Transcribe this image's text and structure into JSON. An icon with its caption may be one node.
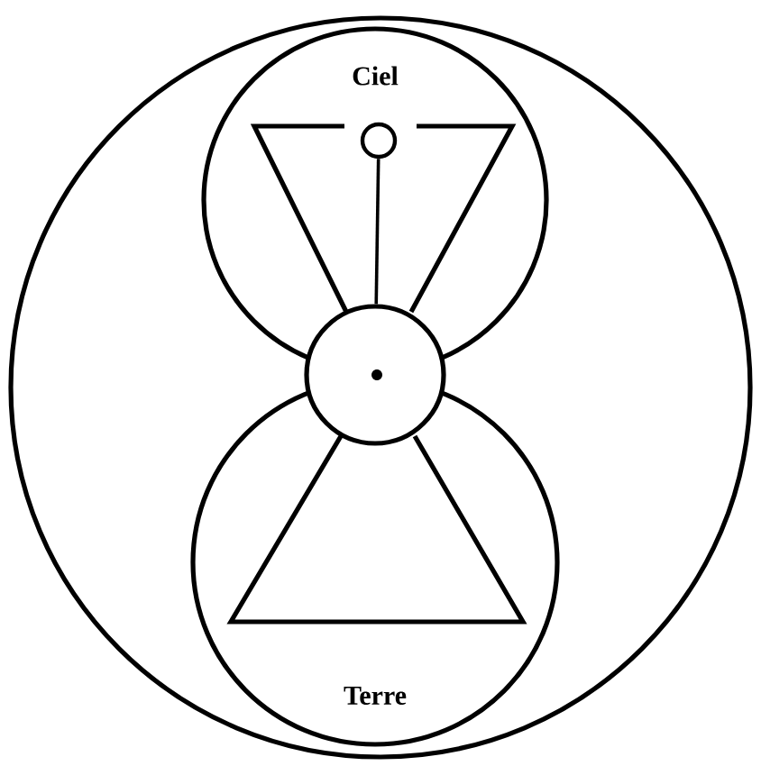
{
  "diagram": {
    "nodes": [
      {
        "text": [],
        "shape": "circle"
      },
      {
        "text": [
          "Ciel"
        ],
        "in": 0
      },
      {
        "text": [],
        "shape": "circle",
        "in": 0
      },
      {
        "text": [
          "Terre"
        ],
        "in": 0
      },
      {
        "text": [],
        "shape": "circle",
        "in": 1
      }
    ],
    "edges": [
      {
        "from": 4,
        "to": 2,
        "arrow": "none"
      }
    ]
  }
}
